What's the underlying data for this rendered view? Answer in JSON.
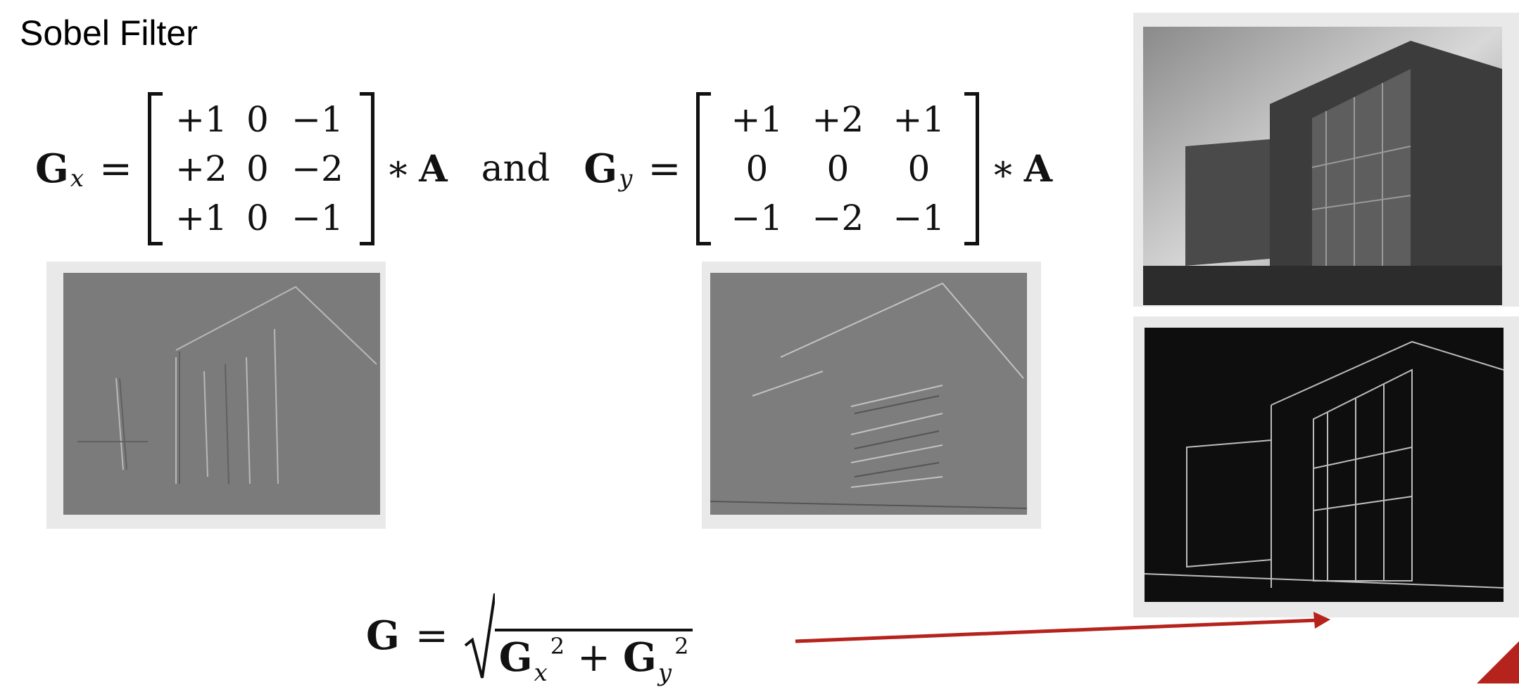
{
  "title": "Sobel Filter",
  "gx_equation": {
    "lhs": "G",
    "lhs_sub": "x",
    "equals": "=",
    "matrix": [
      [
        "+1",
        "0",
        "−1"
      ],
      [
        "+2",
        "0",
        "−2"
      ],
      [
        "+1",
        "0",
        "−1"
      ]
    ],
    "operator": "∗",
    "operand": "A"
  },
  "connector": "and",
  "gy_equation": {
    "lhs": "G",
    "lhs_sub": "y",
    "equals": "=",
    "matrix": [
      [
        "+1",
        "+2",
        "+1"
      ],
      [
        "0",
        "0",
        "0"
      ],
      [
        "−1",
        "−2",
        "−1"
      ]
    ],
    "operator": "∗",
    "operand": "A"
  },
  "magnitude_equation": {
    "lhs": "G",
    "equals": "=",
    "term1": "G",
    "term1_sub": "x",
    "term1_sup": "2",
    "plus": "+",
    "term2": "G",
    "term2_sub": "y",
    "term2_sup": "2"
  },
  "colors": {
    "arrow": "#b5231c",
    "frame": "#e9e9e9",
    "corner_accent": "#b5231c"
  }
}
